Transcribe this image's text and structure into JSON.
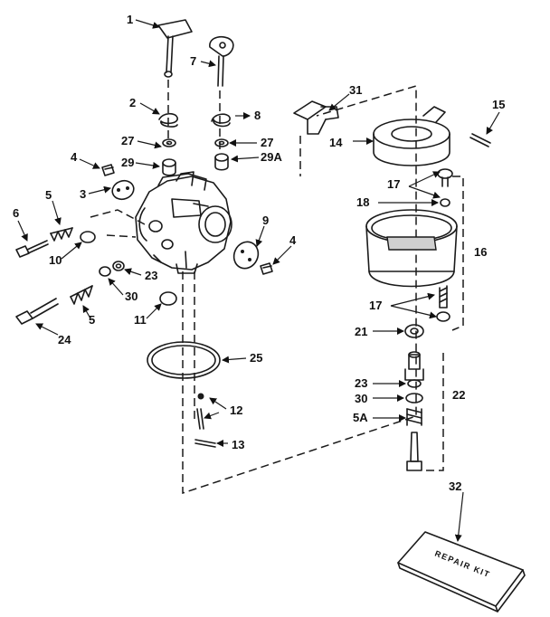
{
  "callouts": {
    "c1": "1",
    "c2": "2",
    "c3": "3",
    "c4a": "4",
    "c4b": "4",
    "c5a": "5",
    "c5b": "5",
    "c5A": "5A",
    "c6": "6",
    "c7": "7",
    "c8": "8",
    "c9": "9",
    "c10": "10",
    "c11": "11",
    "c12": "12",
    "c13": "13",
    "c14": "14",
    "c15": "15",
    "c16": "16",
    "c17a": "17",
    "c17b": "17",
    "c18": "18",
    "c21": "21",
    "c22": "22",
    "c23a": "23",
    "c23b": "23",
    "c24": "24",
    "c25": "25",
    "c27a": "27",
    "c27b": "27",
    "c29": "29",
    "c29A": "29A",
    "c30a": "30",
    "c30b": "30",
    "c31": "31",
    "c32": "32"
  },
  "repair_kit_label": "REPAIR KIT"
}
